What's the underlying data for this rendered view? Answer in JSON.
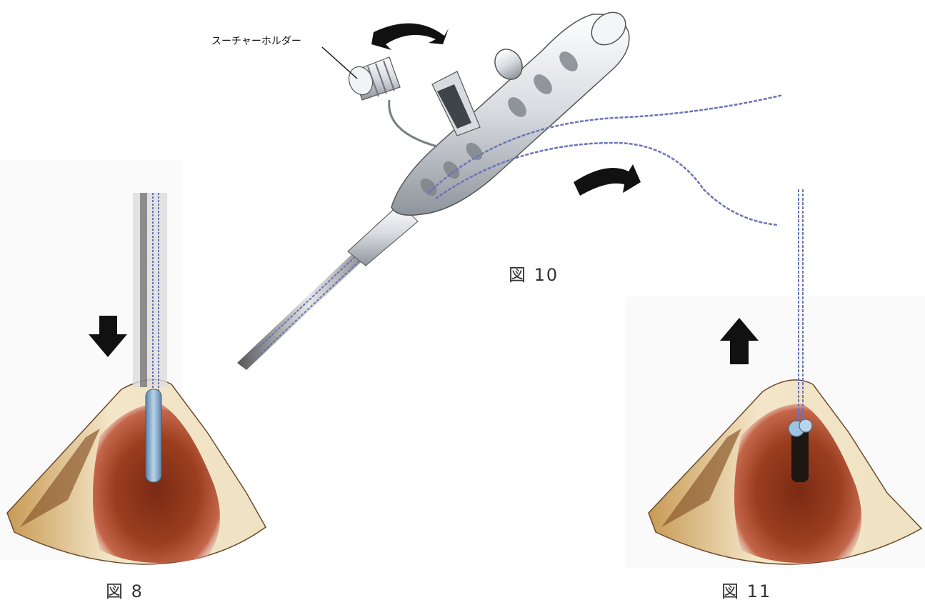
{
  "labels": {
    "suture_holder": "スーチャーホルダー",
    "fig10": "図 10",
    "fig8": "図 8",
    "fig11": "図 11"
  },
  "colors": {
    "bone_outer": "#efe2c3",
    "bone_inner": "#9b3e1f",
    "suture": "#6a74b8",
    "device": "#e9ecef",
    "arrow": "#111111",
    "anchor_blue": "#8fb6d8"
  },
  "icons": [
    "down-arrow-icon",
    "up-arrow-icon",
    "curved-arrow-icon"
  ]
}
